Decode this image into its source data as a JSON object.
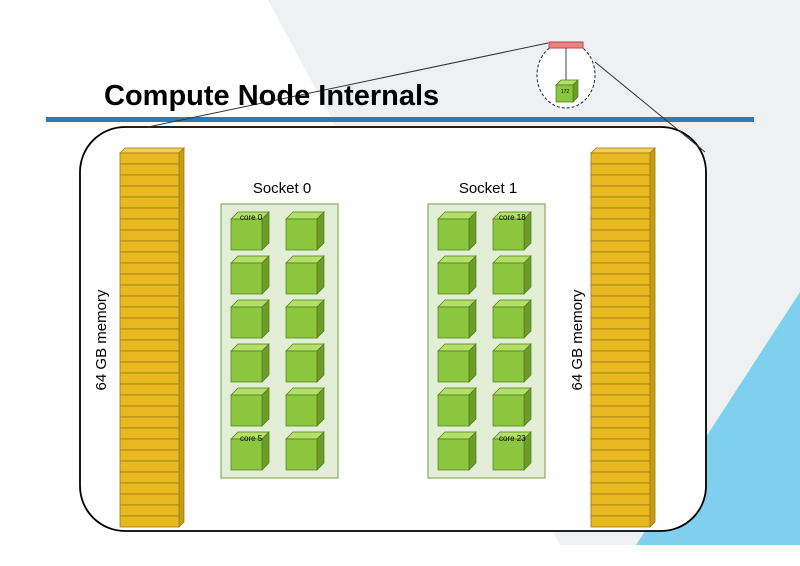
{
  "slide": {
    "title": "Compute Node Internals",
    "callout_node_label": "172",
    "memory_left_label": "64 GB memory",
    "memory_right_label": "64 GB memory",
    "sockets": [
      {
        "label": "Socket 0",
        "first_core_label": "core 0",
        "last_core_label": "core 5",
        "core_columns": 2,
        "core_rows": 6
      },
      {
        "label": "Socket 1",
        "first_core_label": "core 18",
        "last_core_label": "core 23",
        "core_columns": 2,
        "core_rows": 6
      }
    ]
  },
  "colors": {
    "accent_blue": "#1f7ec8",
    "memory_gold": "#e8b820",
    "memory_outline": "#9a7a10",
    "core_green": "#8cc63f",
    "socket_fill": "#e2efd6",
    "socket_border": "#8aab5a",
    "callout_red": "#f08080"
  }
}
